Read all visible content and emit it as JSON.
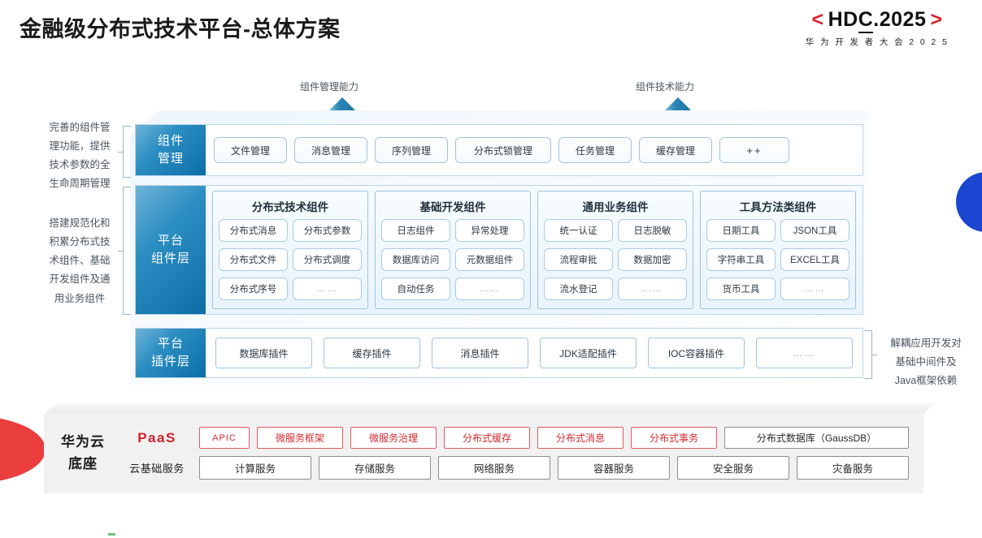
{
  "header": {
    "title": "金融级分布式技术平台-总体方案",
    "logo": {
      "bracket_left": "<",
      "bracket_right": ">",
      "text_a": "HD",
      "text_b": "C",
      "text_c": ".2025",
      "subtitle": "华 为 开 发 者 大 会 2 0 2 5",
      "accent_color": "#d9232e"
    }
  },
  "captions": {
    "management": "组件管理能力",
    "technology": "组件技术能力"
  },
  "side_notes": {
    "left_top": "完善的组件管理\n理功能，提供\n技术参数的全\n生命周期管理",
    "left_top_lines": [
      "完善的组件管",
      "理功能，提供",
      "技术参数的全",
      "生命周期管理"
    ],
    "left_bottom_lines": [
      "搭建规范化和",
      "积累分布式技",
      "术组件、基础",
      "开发组件及通",
      "用业务组件"
    ],
    "right_lines": [
      "解耦应用开发对",
      "基础中间件及",
      "Java框架依赖"
    ]
  },
  "layers": [
    {
      "id": "component-management",
      "label_lines": [
        "组件",
        "管理"
      ],
      "chips": [
        {
          "text": "文件管理",
          "type": "normal"
        },
        {
          "text": "消息管理",
          "type": "normal"
        },
        {
          "text": "序列管理",
          "type": "normal"
        },
        {
          "text": "分布式锁管理",
          "type": "wide"
        },
        {
          "text": "任务管理",
          "type": "normal"
        },
        {
          "text": "缓存管理",
          "type": "normal"
        },
        {
          "text": "++",
          "type": "plus"
        }
      ]
    },
    {
      "id": "platform-component-layer",
      "label_lines": [
        "平台",
        "组件层"
      ],
      "groups": [
        {
          "title": "分布式技术组件",
          "cells": [
            "分布式消息",
            "分布式参数",
            "分布式文件",
            "分布式调度",
            "分布式序号",
            "……"
          ]
        },
        {
          "title": "基础开发组件",
          "cells": [
            "日志组件",
            "异常处理",
            "数据库访问",
            "元数据组件",
            "自动任务",
            "……"
          ]
        },
        {
          "title": "通用业务组件",
          "cells": [
            "统一认证",
            "日志脱敏",
            "流程审批",
            "数据加密",
            "流水登记",
            "……"
          ]
        },
        {
          "title": "工具方法类组件",
          "cells": [
            "日期工具",
            "JSON工具",
            "字符串工具",
            "EXCEL工具",
            "货币工具",
            "……"
          ]
        }
      ]
    },
    {
      "id": "platform-plugin-layer",
      "label_lines": [
        "平台",
        "插件层"
      ],
      "plugins": [
        {
          "text": "数据库插件",
          "dots": false
        },
        {
          "text": "缓存插件",
          "dots": false
        },
        {
          "text": "消息插件",
          "dots": false
        },
        {
          "text": "JDK适配插件",
          "dots": false
        },
        {
          "text": "IOC容器插件",
          "dots": false
        },
        {
          "text": "……",
          "dots": true
        }
      ]
    }
  ],
  "paas": {
    "brand_lines": [
      "华为云",
      "底座"
    ],
    "row_paas": {
      "label": "PaaS",
      "label_color": "#cf1f2a",
      "items": [
        {
          "text": "APIC",
          "style": "apic"
        },
        {
          "text": "微服务框架",
          "style": "red"
        },
        {
          "text": "微服务治理",
          "style": "red"
        },
        {
          "text": "分布式缓存",
          "style": "red"
        },
        {
          "text": "分布式消息",
          "style": "red"
        },
        {
          "text": "分布式事务",
          "style": "red"
        },
        {
          "text": "分布式数据库（GaussDB）",
          "style": "neutral"
        }
      ]
    },
    "row_base": {
      "label": "云基础服务",
      "items": [
        "计算服务",
        "存储服务",
        "网络服务",
        "容器服务",
        "安全服务",
        "灾备服务"
      ]
    }
  },
  "colors": {
    "layer_blue_dark": "#0d6ea6",
    "layer_blue_light": "#6fb4d8",
    "accent_red": "#d42a33",
    "decor_blue": "#1a46d2",
    "decor_red": "#ea3d3d"
  }
}
